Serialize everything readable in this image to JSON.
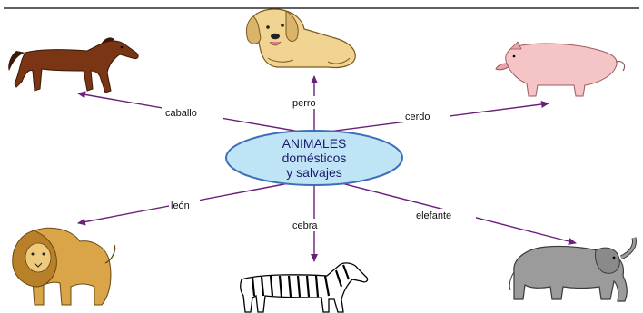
{
  "center": {
    "line1": "ANIMALES",
    "line2": "domésticos",
    "line3": "y salvajes",
    "fill_color": "#bfe4f5",
    "stroke_color": "#3b6fb8"
  },
  "connector_color": "#6a1f7a",
  "branches": [
    {
      "id": "perro",
      "label": "perro",
      "animal": "dog"
    },
    {
      "id": "caballo",
      "label": "caballo",
      "animal": "horse"
    },
    {
      "id": "cerdo",
      "label": "cerdo",
      "animal": "pig"
    },
    {
      "id": "leon",
      "label": "león",
      "animal": "lion"
    },
    {
      "id": "cebra",
      "label": "cebra",
      "animal": "zebra"
    },
    {
      "id": "elefante",
      "label": "elefante",
      "animal": "elephant"
    }
  ]
}
